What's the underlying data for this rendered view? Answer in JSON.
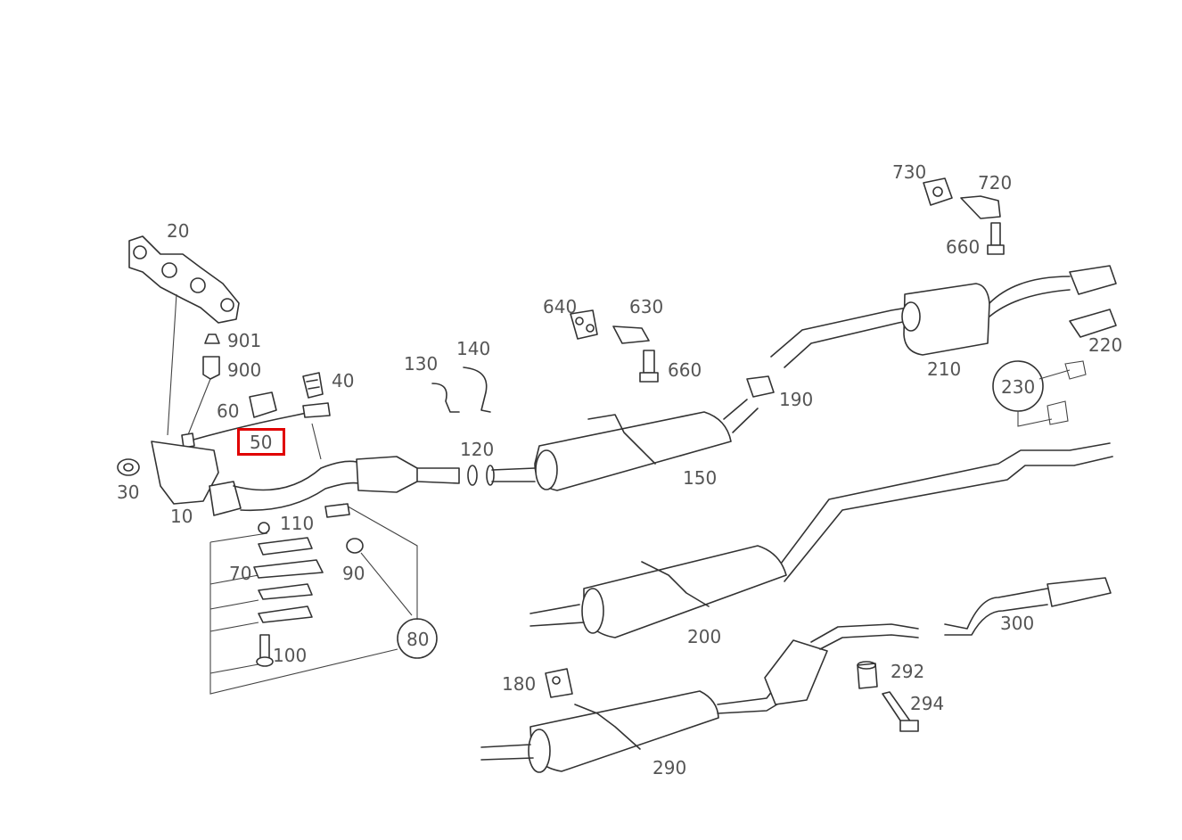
{
  "diagram": {
    "labels": [
      "20",
      "901",
      "900",
      "40",
      "60",
      "50",
      "30",
      "10",
      "110",
      "70",
      "90",
      "80",
      "100",
      "130",
      "140",
      "120",
      "150",
      "640",
      "630",
      "660",
      "190",
      "210",
      "730",
      "720",
      "660",
      "220",
      "230",
      "200",
      "300",
      "180",
      "292",
      "294",
      "290"
    ],
    "highlighted_label": "50",
    "highlight_color": "#e00000"
  }
}
